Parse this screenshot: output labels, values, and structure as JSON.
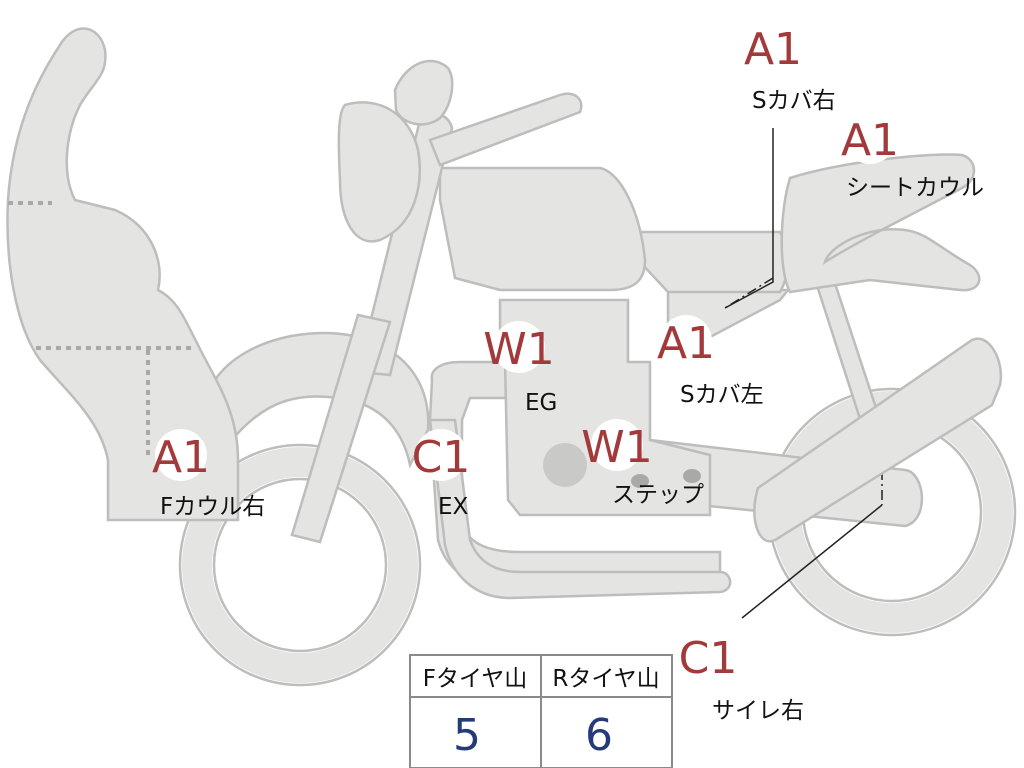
{
  "callouts": {
    "s_cover_right": {
      "grade": "A1",
      "label": "Sカバ右"
    },
    "seat_cowl": {
      "grade": "A1",
      "label": "シートカウル"
    },
    "engine": {
      "grade": "W1",
      "label": "EG"
    },
    "s_cover_left": {
      "grade": "A1",
      "label": "Sカバ左"
    },
    "f_cowl_right": {
      "grade": "A1",
      "label": "Fカウル右"
    },
    "exhaust": {
      "grade": "C1",
      "label": "EX"
    },
    "step": {
      "grade": "W1",
      "label": "ステップ"
    },
    "silencer_right": {
      "grade": "C1",
      "label": "サイレ右"
    }
  },
  "tire_table": {
    "headers": [
      "Fタイヤ山",
      "Rタイヤ山"
    ],
    "values": [
      "5",
      "6"
    ]
  },
  "colors": {
    "grade": "#a23a3c",
    "tire_value": "#243a7a",
    "part_fill": "#e4e4e2",
    "part_stroke": "#bdbdbb"
  }
}
